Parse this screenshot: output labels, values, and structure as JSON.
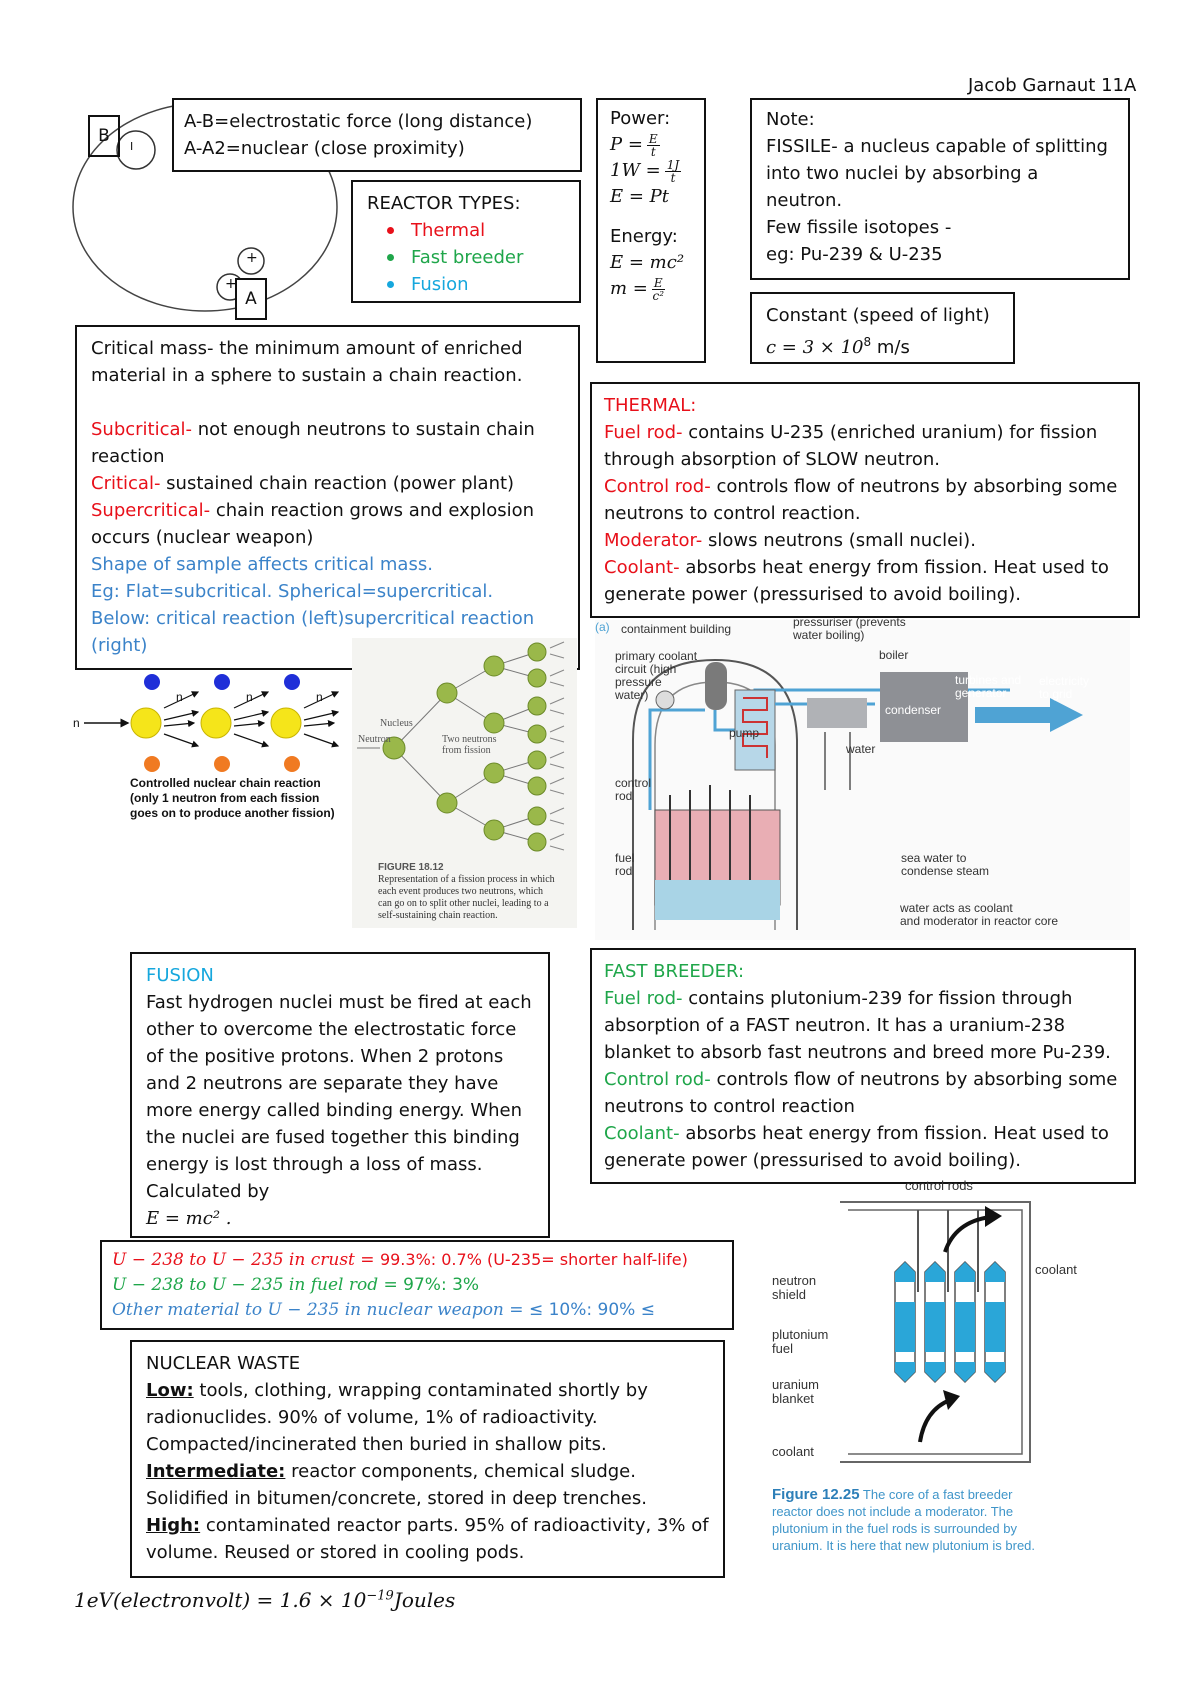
{
  "header": {
    "author": "Jacob Garnaut 11A"
  },
  "atom_diagram": {
    "label_b": "B",
    "label_a": "A",
    "label_i": "I",
    "plus": "+"
  },
  "forces": {
    "line1": "A-B=electrostatic force (long distance)",
    "line2": "A-A2=nuclear (close proximity)"
  },
  "reactor_types": {
    "title": "REACTOR TYPES:",
    "items": [
      "Thermal",
      "Fast breeder",
      "Fusion"
    ],
    "colors": [
      "#e8101a",
      "#1fa64a",
      "#16a7dd"
    ]
  },
  "power": {
    "title": "Power:",
    "eq1_lhs": "P =",
    "eq1_num": "E",
    "eq1_den": "t",
    "eq2_lhs": "1W =",
    "eq2_num": "1J",
    "eq2_den": "t",
    "eq3": "E = Pt",
    "energy_title": "Energy:",
    "eq4": "E = mc²",
    "eq5_lhs": "m =",
    "eq5_num": "E",
    "eq5_den": "c²"
  },
  "note": {
    "lines": [
      "Note:",
      "FISSILE- a nucleus capable of splitting",
      "into two nuclei by absorbing a",
      "neutron.",
      "Few fissile isotopes -",
      "eg: Pu-239 & U-235"
    ]
  },
  "constant": {
    "title": "Constant (speed of light)",
    "eq_lhs": "c = 3 × 10",
    "eq_exp": "8",
    "eq_unit": " m/s"
  },
  "critical": {
    "def": "Critical mass- the minimum amount of enriched material in a sphere to sustain a chain reaction.",
    "sub_term": "Subcritical-",
    "sub_text": " not enough neutrons to sustain chain reaction",
    "crit_term": "Critical-",
    "crit_text": " sustained chain reaction (power plant)",
    "super_term": "Supercritical-",
    "super_text": " chain reaction grows and explosion occurs (nuclear weapon)",
    "blue1": "Shape of sample affects critical mass.",
    "blue2": "Eg: Flat=subcritical. Spherical=supercritical.",
    "blue3": "Below: critical reaction (left)supercritical reaction (right)"
  },
  "thermal": {
    "title": "THERMAL:",
    "fuel_term": "Fuel rod-",
    "fuel_text": " contains U-235 (enriched uranium) for fission through absorption of SLOW neutron.",
    "control_term": "Control rod-",
    "control_text": " controls flow of neutrons by absorbing some neutrons to control reaction.",
    "moderator_term": "Moderator-",
    "moderator_text": " slows neutrons (small nuclei).",
    "coolant_term": "Coolant-",
    "coolant_text": " absorbs heat energy from fission. Heat used to generate power (pressurised to avoid boiling)."
  },
  "chain_fig": {
    "n": "n",
    "caption1": "Controlled nuclear chain reaction",
    "caption2": "(only 1 neutron from each fission",
    "caption3": "goes on to produce another fission)"
  },
  "fission_fig": {
    "nucleus": "Nucleus",
    "neutron": "Neutron",
    "two_neutrons": "Two neutrons",
    "from_fission": "from fission",
    "fig_title": "FIGURE 18.12",
    "fig_caption1": "Representation of a fission process in which",
    "fig_caption2": "each event produces two neutrons, which",
    "fig_caption3": "can go on to split other nuclei, leading to a",
    "fig_caption4": "self-sustaining chain reaction."
  },
  "reactor_fig": {
    "panel": "(a)",
    "containment": "containment building",
    "pressuriser1": "pressuriser (prevents",
    "pressuriser2": "water boiling)",
    "primary1": "primary coolant",
    "primary2": "circuit (high",
    "primary3": "pressure",
    "primary4": "water)",
    "boiler": "boiler",
    "pump": "pump",
    "turbines1": "turbines and",
    "turbines2": "generator",
    "electricity1": "electricity",
    "electricity2": "to grid",
    "condenser": "condenser",
    "water": "water",
    "control1": "control",
    "control2": "rod",
    "fuel1": "fuel",
    "fuel2": "rod",
    "sea1": "sea water to",
    "sea2": "condense steam",
    "coolant1": "water acts as coolant",
    "coolant2": "and moderator in reactor core"
  },
  "fusion": {
    "title": "FUSION",
    "text": "Fast hydrogen nuclei must be fired at each other to overcome the electrostatic force of the positive protons. When 2 protons and 2 neutrons are separate they have more energy called binding energy. When the nuclei are fused together this binding energy is lost through a loss of mass. Calculated by",
    "eq": "E = mc² ."
  },
  "fast_breeder": {
    "title": "FAST BREEDER:",
    "fuel_term": "Fuel rod-",
    "fuel_text": " contains plutonium-239 for fission through absorption of a FAST neutron. It has a uranium-238 blanket to absorb fast neutrons and breed more Pu-239.",
    "control_term": "Control rod-",
    "control_text": " controls flow of neutrons by absorbing some neutrons to control reaction",
    "coolant_term": "Coolant-",
    "coolant_text": " absorbs heat energy from fission. Heat used to generate power (pressurised to avoid boiling)."
  },
  "ratios": {
    "line1_math": "U − 238 to U − 235 in crust = ",
    "line1_val": "99.3%: 0.7% (U-235= shorter half-life)",
    "line2_math": "U − 238 to U − 235 in fuel rod = ",
    "line2_val": "97%: 3%",
    "line3_math": "Other material to U − 235 in nuclear weapon = ",
    "line3_val": "≤ 10%: 90% ≤"
  },
  "waste": {
    "title": "NUCLEAR WASTE",
    "low_term": "Low:",
    "low_text": " tools, clothing, wrapping contaminated shortly by radionuclides. 90% of volume, 1% of radioactivity. Compacted/incinerated then buried in shallow pits.",
    "int_term": "Intermediate:",
    "int_text": " reactor components, chemical sludge. Solidified in bitumen/concrete, stored in deep trenches.",
    "high_term": "High:",
    "high_text": " contaminated reactor parts. 95% of radioactivity, 3% of volume. Reused or stored in cooling pods."
  },
  "breeder_fig": {
    "control_rods": "control rods",
    "neutron1": "neutron",
    "neutron2": "shield",
    "plutonium1": "plutonium",
    "plutonium2": "fuel",
    "uranium1": "uranium",
    "uranium2": "blanket",
    "coolant_in": "coolant",
    "coolant_out": "coolant",
    "fig_title": "Figure 12.25",
    "caption1": " The core of a fast breeder",
    "caption2": "reactor does not include a moderator. The",
    "caption3": "plutonium in the fuel rods is surrounded by",
    "caption4": "uranium. It is here that new plutonium is bred."
  },
  "ev": {
    "lhs": "1eV(electronvolt) = 1.6 × 10",
    "exp": "−19",
    "unit": "Joules"
  }
}
